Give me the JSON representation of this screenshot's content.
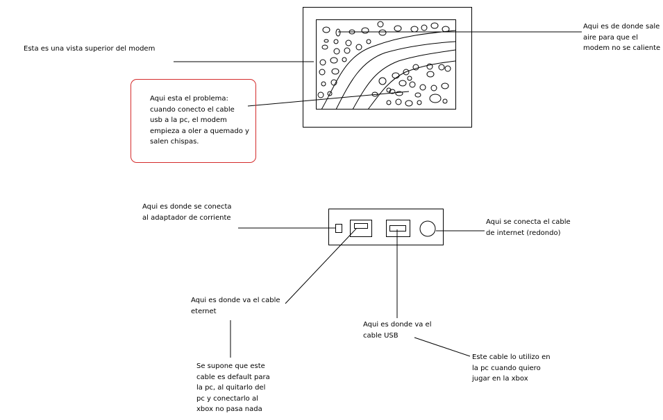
{
  "colors": {
    "line": "#000000",
    "problem_border": "#d42a2a",
    "background": "#ffffff"
  },
  "labels": {
    "top_view": "Esta es una vista superior del modem",
    "air_vent": "Aqui es de donde sale\naire para que el\nmodem no se caliente",
    "problem": "Aqui esta el problema:\ncuando conecto el cable\nusb a la pc, el modem\nempieza a oler a quemado y\nsalen chispas.",
    "power_port": "Aqui es donde se conecta\nal adaptador de corriente",
    "internet_port": "Aqui se conecta el cable\nde internet (redondo)",
    "ethernet_port": "Aqui es donde va el cable\neternet",
    "usb_port": "Aqui es donde va el\ncable USB",
    "ethernet_note": "Se supone que este\ncable es default para\nla pc, al quitarlo del\npc y conectarlo al\nxbox no pasa nada",
    "usb_note": "Este cable lo utilizo en\nla pc cuando quiero\njugar en la xbox"
  }
}
